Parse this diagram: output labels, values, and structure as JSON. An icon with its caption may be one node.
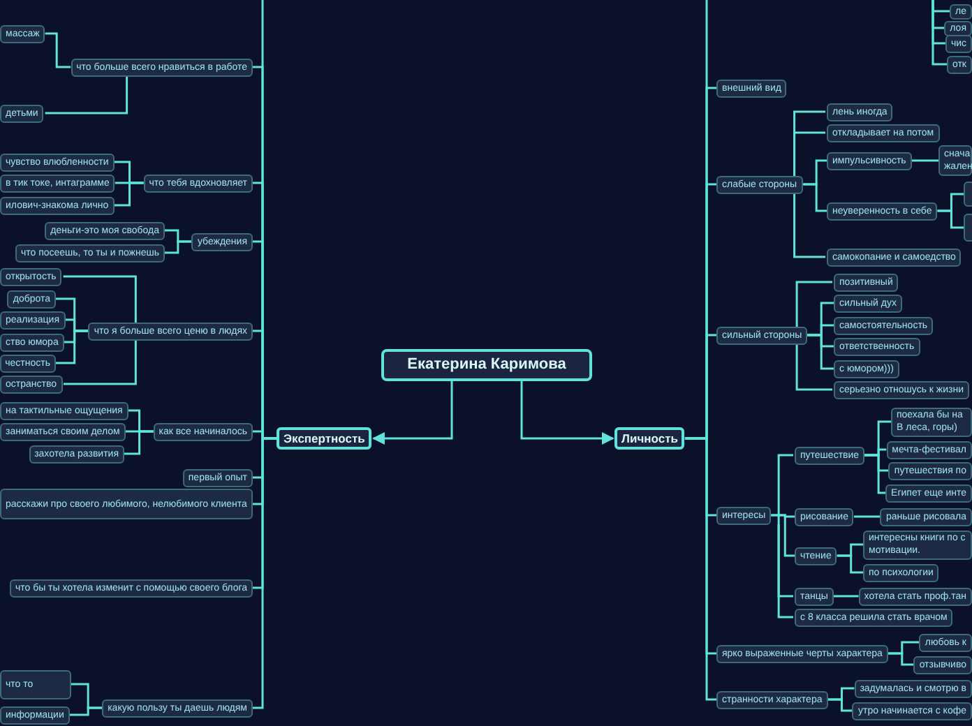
{
  "diagram": {
    "nodes": [
      {
        "text": [
          "Екатерина Каримова"
        ]
      },
      {
        "text": [
          "Экспертность"
        ]
      },
      {
        "text": [
          "Личность"
        ]
      },
      {
        "text": [
          "что больше всего нравиться в работе"
        ]
      },
      {
        "text": [
          "массаж"
        ]
      },
      {
        "text": [
          "детьми"
        ]
      },
      {
        "text": [
          "что тебя вдохновляет"
        ]
      },
      {
        "text": [
          "чувство влюбленности"
        ]
      },
      {
        "text": [
          "в тик токе, интаграмме"
        ]
      },
      {
        "text": [
          "илович-знакома лично"
        ]
      },
      {
        "text": [
          "убеждения"
        ]
      },
      {
        "text": [
          "деньги-это моя свобода"
        ]
      },
      {
        "text": [
          "что посеешь, то ты и пожнешь"
        ]
      },
      {
        "text": [
          "что я больше всего ценю в людях"
        ]
      },
      {
        "text": [
          "открытость"
        ]
      },
      {
        "text": [
          "доброта"
        ]
      },
      {
        "text": [
          "реализация"
        ]
      },
      {
        "text": [
          "ство юмора"
        ]
      },
      {
        "text": [
          "честность"
        ]
      },
      {
        "text": [
          "остранство"
        ]
      },
      {
        "text": [
          "как все начиналось"
        ]
      },
      {
        "text": [
          "на тактильные ощущения"
        ]
      },
      {
        "text": [
          "заниматься своим делом"
        ]
      },
      {
        "text": [
          "захотела развития"
        ]
      },
      {
        "text": [
          "первый опыт"
        ]
      },
      {
        "text": [
          "расскажи про своего любимого, нелюбимого клиента"
        ]
      },
      {
        "text": [
          "что бы ты хотела изменит с помощью своего блога"
        ]
      },
      {
        "text": [
          "какую пользу ты даешь людям"
        ]
      },
      {
        "text": [
          "что то"
        ]
      },
      {
        "text": [
          "информации"
        ]
      },
      {
        "text": [
          "ле"
        ]
      },
      {
        "text": [
          "лоя"
        ]
      },
      {
        "text": [
          "чис"
        ]
      },
      {
        "text": [
          "отк"
        ]
      },
      {
        "text": [
          "внешний вид"
        ]
      },
      {
        "text": [
          "слабые стороны"
        ]
      },
      {
        "text": [
          "лень иногда"
        ]
      },
      {
        "text": [
          "откладывает на потом"
        ]
      },
      {
        "text": [
          "импульсивность"
        ]
      },
      {
        "text": [
          "снача жален"
        ]
      },
      {
        "text": [
          "неуверенность в себе"
        ]
      },
      {
        "text": [],
        "shape": "box"
      },
      {
        "text": [],
        "shape": "box"
      },
      {
        "text": [
          "самокопание и самоедство"
        ]
      },
      {
        "text": [
          "сильный стороны"
        ]
      },
      {
        "text": [
          "позитивный"
        ]
      },
      {
        "text": [
          "сильный дух"
        ]
      },
      {
        "text": [
          "самостоятельность"
        ]
      },
      {
        "text": [
          "ответственность"
        ]
      },
      {
        "text": [
          "с юмором)))"
        ]
      },
      {
        "text": [
          "серьезно отношусь к жизни"
        ]
      },
      {
        "text": [
          "интересы"
        ]
      },
      {
        "text": [
          "путешествие"
        ]
      },
      {
        "text": [
          "поехала бы на В леса, горы)"
        ]
      },
      {
        "text": [
          "мечта-фестивал"
        ]
      },
      {
        "text": [
          "путешествия по"
        ]
      },
      {
        "text": [
          "Египет еще инте"
        ]
      },
      {
        "text": [
          "рисование"
        ]
      },
      {
        "text": [
          "раньше рисовала"
        ]
      },
      {
        "text": [
          "чтение"
        ]
      },
      {
        "text": [
          "интересны книги по с мотивации."
        ]
      },
      {
        "text": [
          "по психологии"
        ]
      },
      {
        "text": [
          "танцы"
        ]
      },
      {
        "text": [
          "хотела стать проф.тан"
        ]
      },
      {
        "text": [
          "с 8 класса решила стать врачом"
        ]
      },
      {
        "text": [
          "ярко выраженные черты характера"
        ]
      },
      {
        "text": [
          "любовь к"
        ]
      },
      {
        "text": [
          "отзывчиво"
        ]
      },
      {
        "text": [
          "странности характера"
        ]
      },
      {
        "text": [
          "задумалась и смотрю в"
        ]
      },
      {
        "text": [
          "утро начинается с кофе"
        ]
      }
    ],
    "edges": [
      {
        "from": 0,
        "to": 1,
        "arrow": "to"
      },
      {
        "from": 0,
        "to": 2,
        "arrow": "to"
      },
      {
        "from": 1,
        "to": 3,
        "arrow": "none"
      },
      {
        "from": 1,
        "to": 6,
        "arrow": "none"
      },
      {
        "from": 1,
        "to": 10,
        "arrow": "none"
      },
      {
        "from": 1,
        "to": 13,
        "arrow": "none"
      },
      {
        "from": 1,
        "to": 20,
        "arrow": "none"
      },
      {
        "from": 1,
        "to": 24,
        "arrow": "none"
      },
      {
        "from": 1,
        "to": 25,
        "arrow": "none"
      },
      {
        "from": 1,
        "to": 26,
        "arrow": "none"
      },
      {
        "from": 1,
        "to": 27,
        "arrow": "none"
      },
      {
        "from": 3,
        "to": 4,
        "arrow": "none"
      },
      {
        "from": 3,
        "to": 5,
        "arrow": "none"
      },
      {
        "from": 6,
        "to": 7,
        "arrow": "none"
      },
      {
        "from": 6,
        "to": 8,
        "arrow": "none"
      },
      {
        "from": 6,
        "to": 9,
        "arrow": "none"
      },
      {
        "from": 10,
        "to": 11,
        "arrow": "none"
      },
      {
        "from": 10,
        "to": 12,
        "arrow": "none"
      },
      {
        "from": 13,
        "to": 14,
        "arrow": "none"
      },
      {
        "from": 13,
        "to": 15,
        "arrow": "none"
      },
      {
        "from": 13,
        "to": 16,
        "arrow": "none"
      },
      {
        "from": 13,
        "to": 17,
        "arrow": "none"
      },
      {
        "from": 13,
        "to": 18,
        "arrow": "none"
      },
      {
        "from": 13,
        "to": 19,
        "arrow": "none"
      },
      {
        "from": 20,
        "to": 21,
        "arrow": "none"
      },
      {
        "from": 20,
        "to": 22,
        "arrow": "none"
      },
      {
        "from": 20,
        "to": 23,
        "arrow": "none"
      },
      {
        "from": 27,
        "to": 28,
        "arrow": "none"
      },
      {
        "from": 27,
        "to": 29,
        "arrow": "none"
      },
      {
        "from": 1,
        "to": null,
        "arrow": "none"
      },
      {
        "from": null,
        "to": 30,
        "arrow": "none"
      },
      {
        "from": null,
        "to": 31,
        "arrow": "none"
      },
      {
        "from": null,
        "to": 32,
        "arrow": "none"
      },
      {
        "from": null,
        "to": 33,
        "arrow": "none"
      },
      {
        "from": 2,
        "to": null,
        "arrow": "none"
      },
      {
        "from": 2,
        "to": 34,
        "arrow": "none"
      },
      {
        "from": 2,
        "to": 35,
        "arrow": "none"
      },
      {
        "from": 35,
        "to": 36,
        "arrow": "none"
      },
      {
        "from": 35,
        "to": 37,
        "arrow": "none"
      },
      {
        "from": 35,
        "to": 38,
        "arrow": "none"
      },
      {
        "from": 38,
        "to": 39,
        "arrow": "none"
      },
      {
        "from": 35,
        "to": 40,
        "arrow": "none"
      },
      {
        "from": 40,
        "to": 41,
        "arrow": "none"
      },
      {
        "from": 40,
        "to": 42,
        "arrow": "none"
      },
      {
        "from": 35,
        "to": 43,
        "arrow": "none"
      },
      {
        "from": 2,
        "to": 44,
        "arrow": "none"
      },
      {
        "from": 44,
        "to": 45,
        "arrow": "none"
      },
      {
        "from": 44,
        "to": 46,
        "arrow": "none"
      },
      {
        "from": 44,
        "to": 47,
        "arrow": "none"
      },
      {
        "from": 44,
        "to": 48,
        "arrow": "none"
      },
      {
        "from": 44,
        "to": 49,
        "arrow": "none"
      },
      {
        "from": 44,
        "to": 50,
        "arrow": "none"
      },
      {
        "from": 2,
        "to": 51,
        "arrow": "none"
      },
      {
        "from": 51,
        "to": 52,
        "arrow": "none"
      },
      {
        "from": 52,
        "to": 53,
        "arrow": "none"
      },
      {
        "from": 52,
        "to": 54,
        "arrow": "none"
      },
      {
        "from": 52,
        "to": 55,
        "arrow": "none"
      },
      {
        "from": 52,
        "to": 56,
        "arrow": "none"
      },
      {
        "from": 51,
        "to": 57,
        "arrow": "none"
      },
      {
        "from": 57,
        "to": 58,
        "arrow": "none"
      },
      {
        "from": 51,
        "to": 59,
        "arrow": "none"
      },
      {
        "from": 59,
        "to": 60,
        "arrow": "none"
      },
      {
        "from": 59,
        "to": 61,
        "arrow": "none"
      },
      {
        "from": 51,
        "to": 62,
        "arrow": "none"
      },
      {
        "from": 62,
        "to": 63,
        "arrow": "none"
      },
      {
        "from": 51,
        "to": 64,
        "arrow": "none"
      },
      {
        "from": 2,
        "to": 65,
        "arrow": "none"
      },
      {
        "from": 65,
        "to": 66,
        "arrow": "none"
      },
      {
        "from": 65,
        "to": 67,
        "arrow": "none"
      },
      {
        "from": 2,
        "to": 68,
        "arrow": "none"
      },
      {
        "from": 68,
        "to": 69,
        "arrow": "none"
      },
      {
        "from": 68,
        "to": 70,
        "arrow": "none"
      }
    ]
  }
}
